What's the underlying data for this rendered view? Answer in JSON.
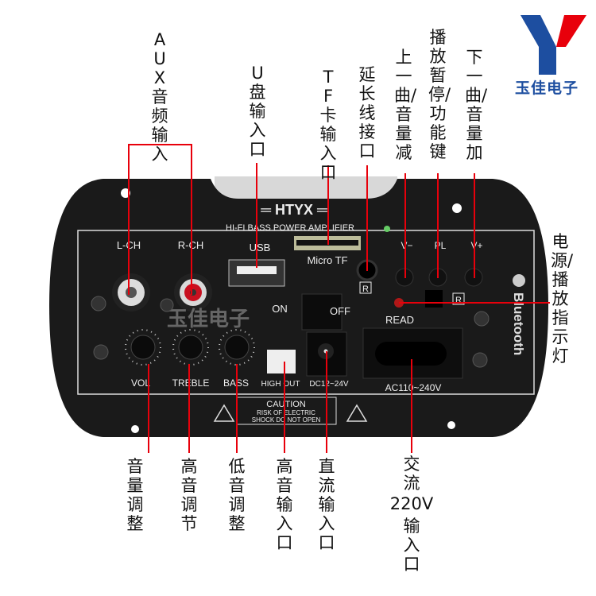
{
  "brand": {
    "logo_text": "玉佳电子",
    "colors": {
      "blue": "#1d4ea0",
      "red": "#e8000b"
    }
  },
  "panel": {
    "brand_name": "HTYX",
    "subtitle": "HI-FI  BASS POWER AMPLIFIER",
    "jack_labels": [
      "L-CH",
      "R-CH",
      "USB",
      "Micro TF"
    ],
    "buttons": [
      "V−",
      "PL",
      "V+"
    ],
    "switch_on": "ON",
    "switch_off": "OFF",
    "led_label": "READ",
    "knob_labels": [
      "VOL",
      "TREBLE",
      "BASS"
    ],
    "high_out": "HIGH OUT",
    "dc": "DC12~24V",
    "ac": "AC110~240V",
    "caution_title": "CAUTION",
    "caution_line1": "RISK OF ELECTRIC",
    "caution_line2": "SHOCK DO NOT OPEN",
    "bluetooth": "Bluetooth",
    "watermark": "玉佳电子",
    "r_mark": "R"
  },
  "callouts": {
    "aux": "AUX音频输入",
    "usb": "U盘输入口",
    "tf": "TF卡输入口",
    "ext": "延长线接口",
    "prev": "上一曲/音量减",
    "play": "播放暂停/功能键",
    "next": "下一曲/音量加",
    "led": "电源/播放指示灯",
    "vol": "音量调整",
    "treble": "高音调节",
    "bass": "低音调整",
    "highin": "高音输入口",
    "dcin": "直流输入口",
    "ac_top": "交流",
    "ac_mid": "220V",
    "ac_bot": "输入口"
  }
}
